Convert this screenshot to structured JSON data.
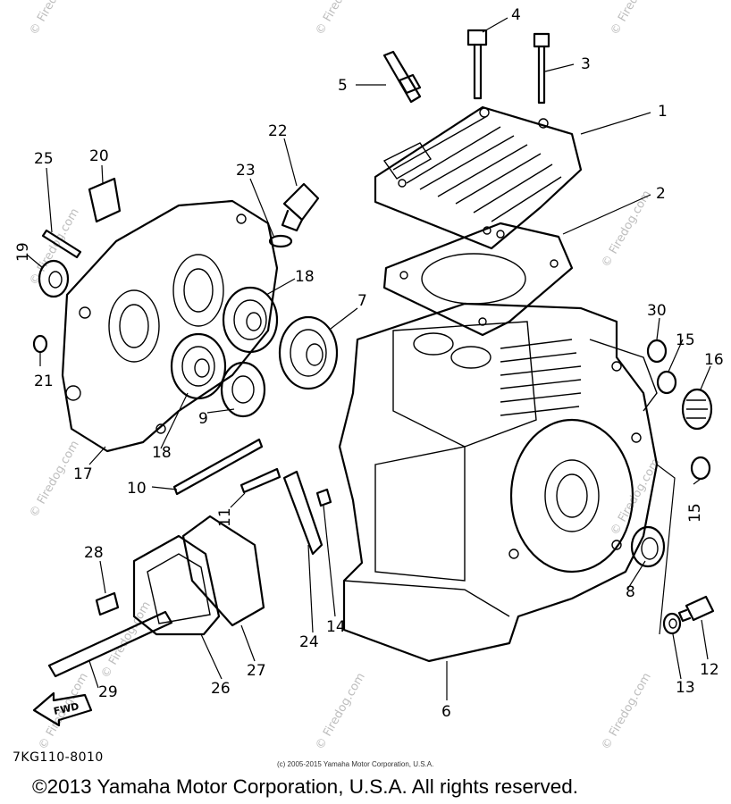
{
  "watermark": "© Firedog.com",
  "drawing_code": "7KG110-8010",
  "small_notice": "(c) 2005-2015 Yamaha Motor Corporation, U.S.A.",
  "copyright": "©2013 Yamaha Motor Corporation, U.S.A. All rights reserved.",
  "fwd_label": "FWD",
  "callouts": [
    "1",
    "2",
    "3",
    "4",
    "5",
    "6",
    "7",
    "8",
    "9",
    "10",
    "11",
    "12",
    "13",
    "14",
    "15",
    "15",
    "16",
    "17",
    "18",
    "18",
    "19",
    "20",
    "21",
    "22",
    "23",
    "24",
    "25",
    "26",
    "27",
    "28",
    "29",
    "30"
  ]
}
